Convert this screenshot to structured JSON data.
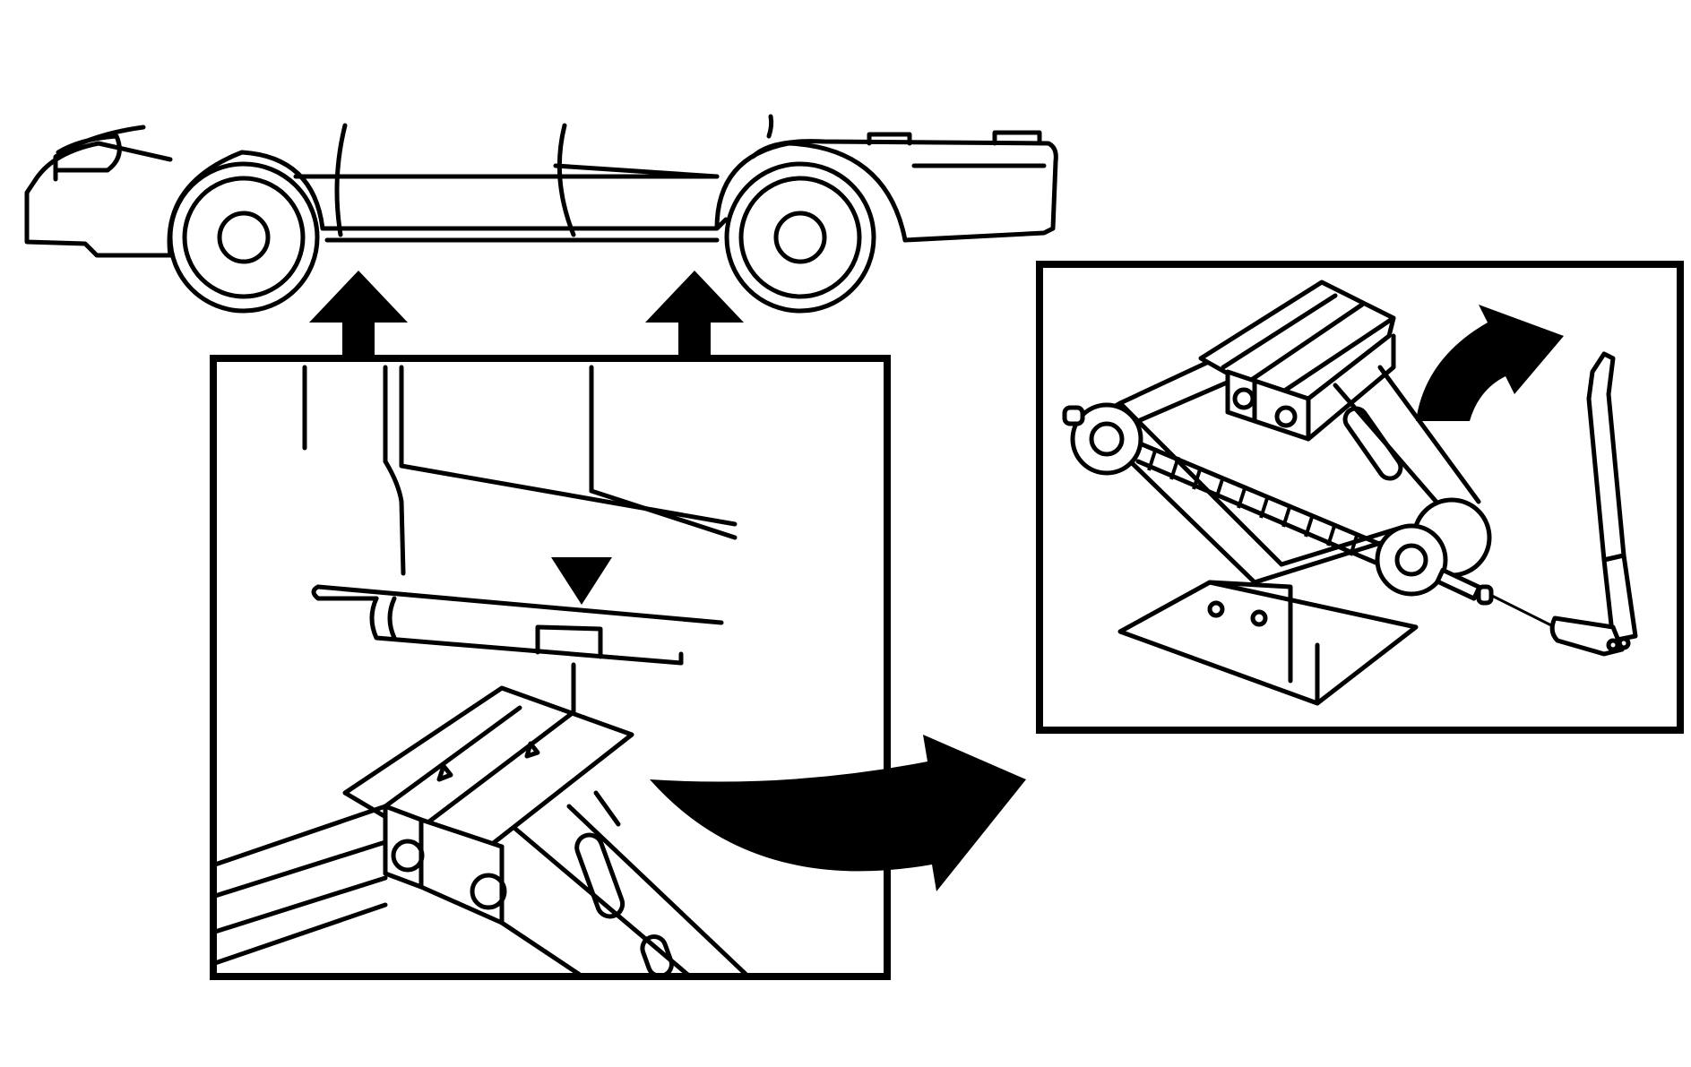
{
  "figure": {
    "description_id": "jack-positioning-diagram",
    "colors": {
      "line": "#000000",
      "background": "#ffffff"
    },
    "icons": [
      "car-side-outline",
      "jack-point-arrow",
      "jack-head-detail",
      "scissor-jack",
      "jack-crank-handle",
      "rotation-arrow"
    ]
  }
}
